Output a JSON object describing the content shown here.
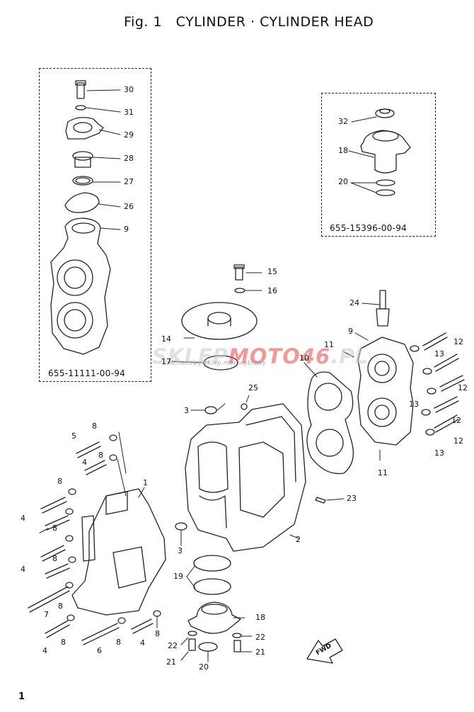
{
  "title": "Fig. 1   CYLINDER · CYLINDER HEAD",
  "left_box_code": "655-11111-00-94",
  "right_box_code": "655-15396-00-94",
  "watermark": {
    "brand_a": "SKLEP",
    "brand_b": "MOTO46",
    "brand_c": ".PL",
    "tagline": "internetowy sklep motocyklowy"
  },
  "page_number": "1",
  "callouts": {
    "left_box": [
      "30",
      "31",
      "29",
      "28",
      "27",
      "26",
      "9"
    ],
    "right_box": [
      "32",
      "18",
      "20"
    ],
    "head": [
      "15",
      "16",
      "14",
      "17",
      "25",
      "3",
      "3",
      "23",
      "2"
    ],
    "right_head": [
      "24",
      "9",
      "11",
      "12",
      "13",
      "12",
      "10",
      "13",
      "12",
      "13",
      "12",
      "11"
    ],
    "bottom": [
      "19",
      "18",
      "22",
      "21",
      "20",
      "22",
      "21"
    ],
    "exhaust": [
      "8",
      "5",
      "8",
      "4",
      "1",
      "8",
      "4",
      "8",
      "4",
      "8",
      "7",
      "8",
      "4",
      "8",
      "6",
      "8",
      "4",
      "8"
    ]
  },
  "fwd_label": "FWD"
}
